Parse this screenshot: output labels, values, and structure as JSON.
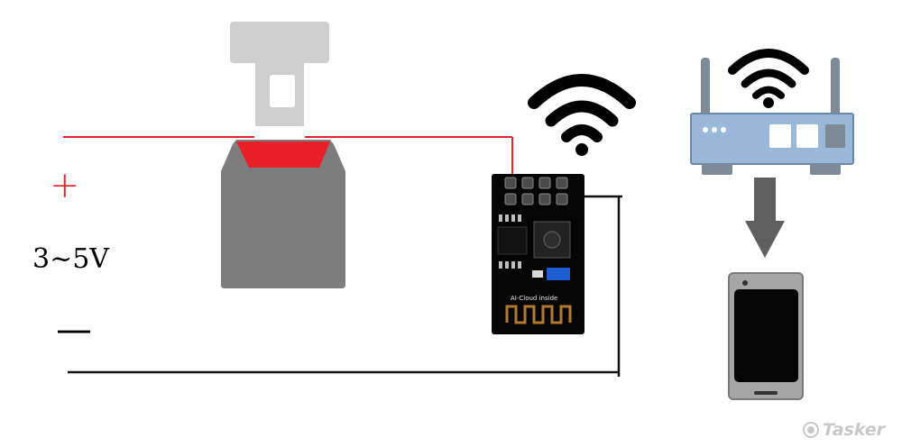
{
  "labels": {
    "plus": "+",
    "voltage": "3~5V",
    "minus": "—",
    "module_text": "AI-Cloud inside",
    "watermark": "Tasker"
  },
  "colors": {
    "wire_red": "#e8202a",
    "wire_black": "#111111",
    "switch_gray": "#7d7d7d",
    "buckle_gray": "#cfcfcf",
    "router_blue": "#9ab8d8",
    "phone_gray": "#a6a6a6"
  },
  "icons": [
    "seatbelt-switch-icon",
    "esp-module-icon",
    "wifi-icon",
    "router-icon",
    "arrow-down-icon",
    "smartphone-icon",
    "tasker-logo-icon"
  ]
}
